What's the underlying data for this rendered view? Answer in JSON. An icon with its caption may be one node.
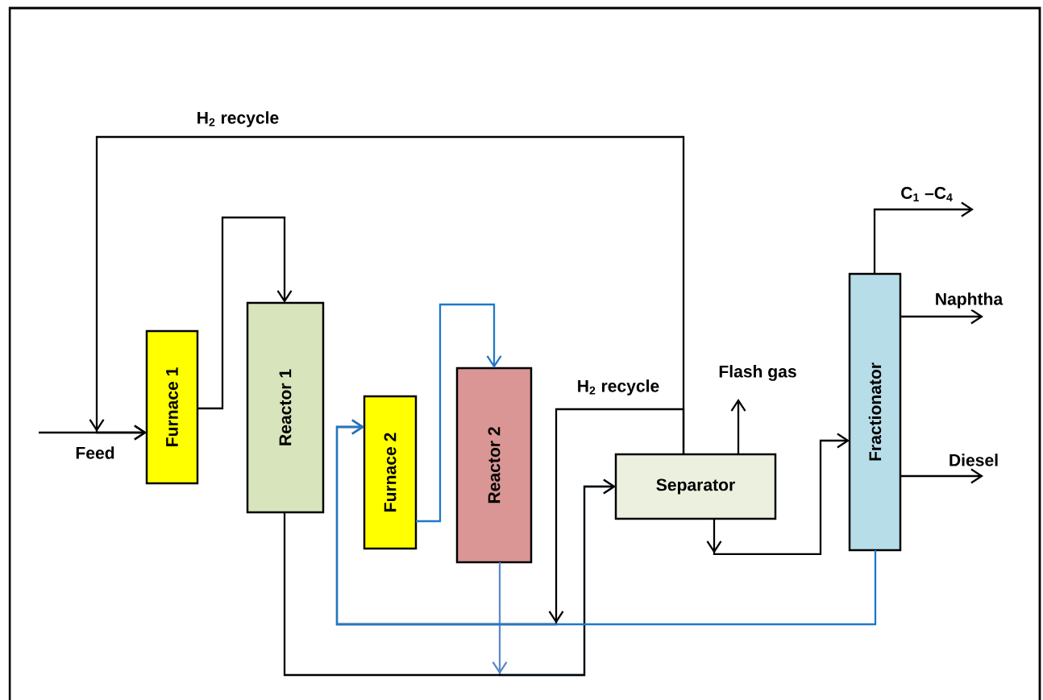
{
  "diagram": {
    "nodes": [
      {
        "text": [
          "Furnace 1"
        ]
      },
      {
        "text": [
          "Reactor 1"
        ]
      },
      {
        "text": [
          "Furnace 2"
        ]
      },
      {
        "text": [
          "Reactor  2"
        ]
      },
      {
        "text": [
          "Separator"
        ]
      },
      {
        "text": [
          "Fractionator"
        ]
      }
    ],
    "edges": [
      {
        "from": null,
        "to": 0,
        "arrow": "to",
        "label": "Feed"
      },
      {
        "from": 4,
        "to": 0,
        "arrow": "to",
        "label": "H$_{2}$ recycle"
      },
      {
        "from": 0,
        "to": 1,
        "arrow": "to"
      },
      {
        "from": 1,
        "to": 4,
        "arrow": "to"
      },
      {
        "from": 2,
        "to": 3,
        "arrow": "to",
        "color": "#1f78c8"
      },
      {
        "from": 3,
        "to": 4,
        "arrow": "to",
        "color": "#5b8ac6"
      },
      {
        "from": 4,
        "to": 5,
        "arrow": "to"
      },
      {
        "from": 5,
        "to": 2,
        "arrow": "to",
        "color": "#1f78c8"
      },
      {
        "from": 4,
        "to": 2,
        "arrow": "to",
        "label": "H$_{2}$ recycle"
      },
      {
        "from": 4,
        "to": null,
        "arrow": "to",
        "label": "Flash  gas"
      },
      {
        "from": 5,
        "to": null,
        "arrow": "to",
        "label": "C$_{1}$ –C$_{4}$"
      },
      {
        "from": 5,
        "to": null,
        "arrow": "to",
        "label": "Naphtha"
      },
      {
        "from": 5,
        "to": null,
        "arrow": "to",
        "label": "Diesel"
      }
    ]
  }
}
